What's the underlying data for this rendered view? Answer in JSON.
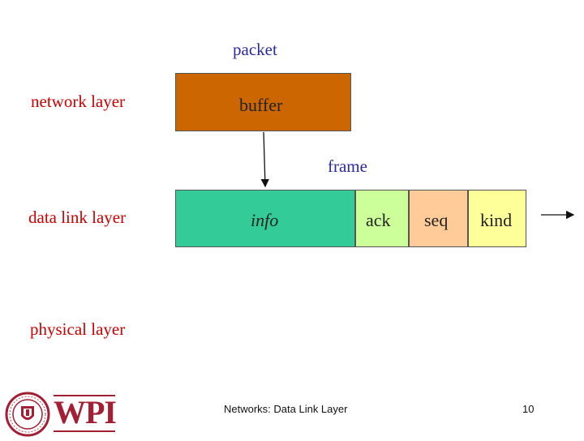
{
  "labels": {
    "packet": "packet",
    "frame": "frame",
    "network_layer": "network layer",
    "data_link_layer": "data link layer",
    "physical_layer": "physical layer"
  },
  "packet_box": {
    "text": "buffer",
    "color": "#cc6600"
  },
  "frame_fields": [
    {
      "text": "info",
      "color": "#33cc99"
    },
    {
      "text": "ack",
      "color": "#ccff99"
    },
    {
      "text": "seq",
      "color": "#ffcc99"
    },
    {
      "text": "kind",
      "color": "#ffff99"
    }
  ],
  "footer": {
    "title": "Networks: Data Link Layer",
    "page_number": "10"
  },
  "logo": {
    "wordmark": "WPI",
    "seal_color": "#a31f34"
  }
}
